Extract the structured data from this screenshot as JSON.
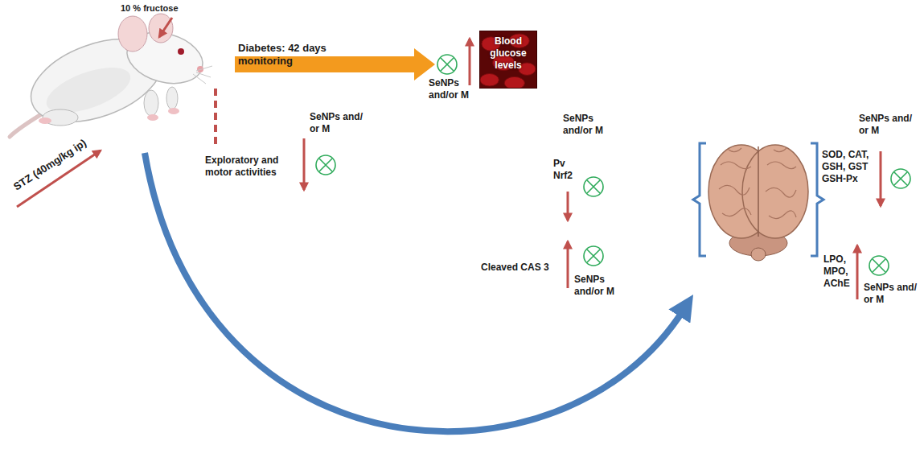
{
  "diagram": {
    "nodes": [
      {
        "text": [
          "Blood glucose levels"
        ]
      }
    ],
    "labels": [
      "10 % fructose",
      "STZ (40mg/kg ip)",
      "Diabetes: 42 days monitoring",
      "SeNPs and/or M",
      "Exploratory and motor activities",
      "SeNPs and/ or M",
      "SeNPs and/or M",
      "Pv Nrf2",
      "Cleaved CAS 3",
      "SeNPs and/or M",
      "SOD, CAT, GSH, GST GSH-Px",
      "SeNPs and/ or M",
      "LPO, MPO, AChE",
      "SeNPs and/ or M"
    ]
  }
}
